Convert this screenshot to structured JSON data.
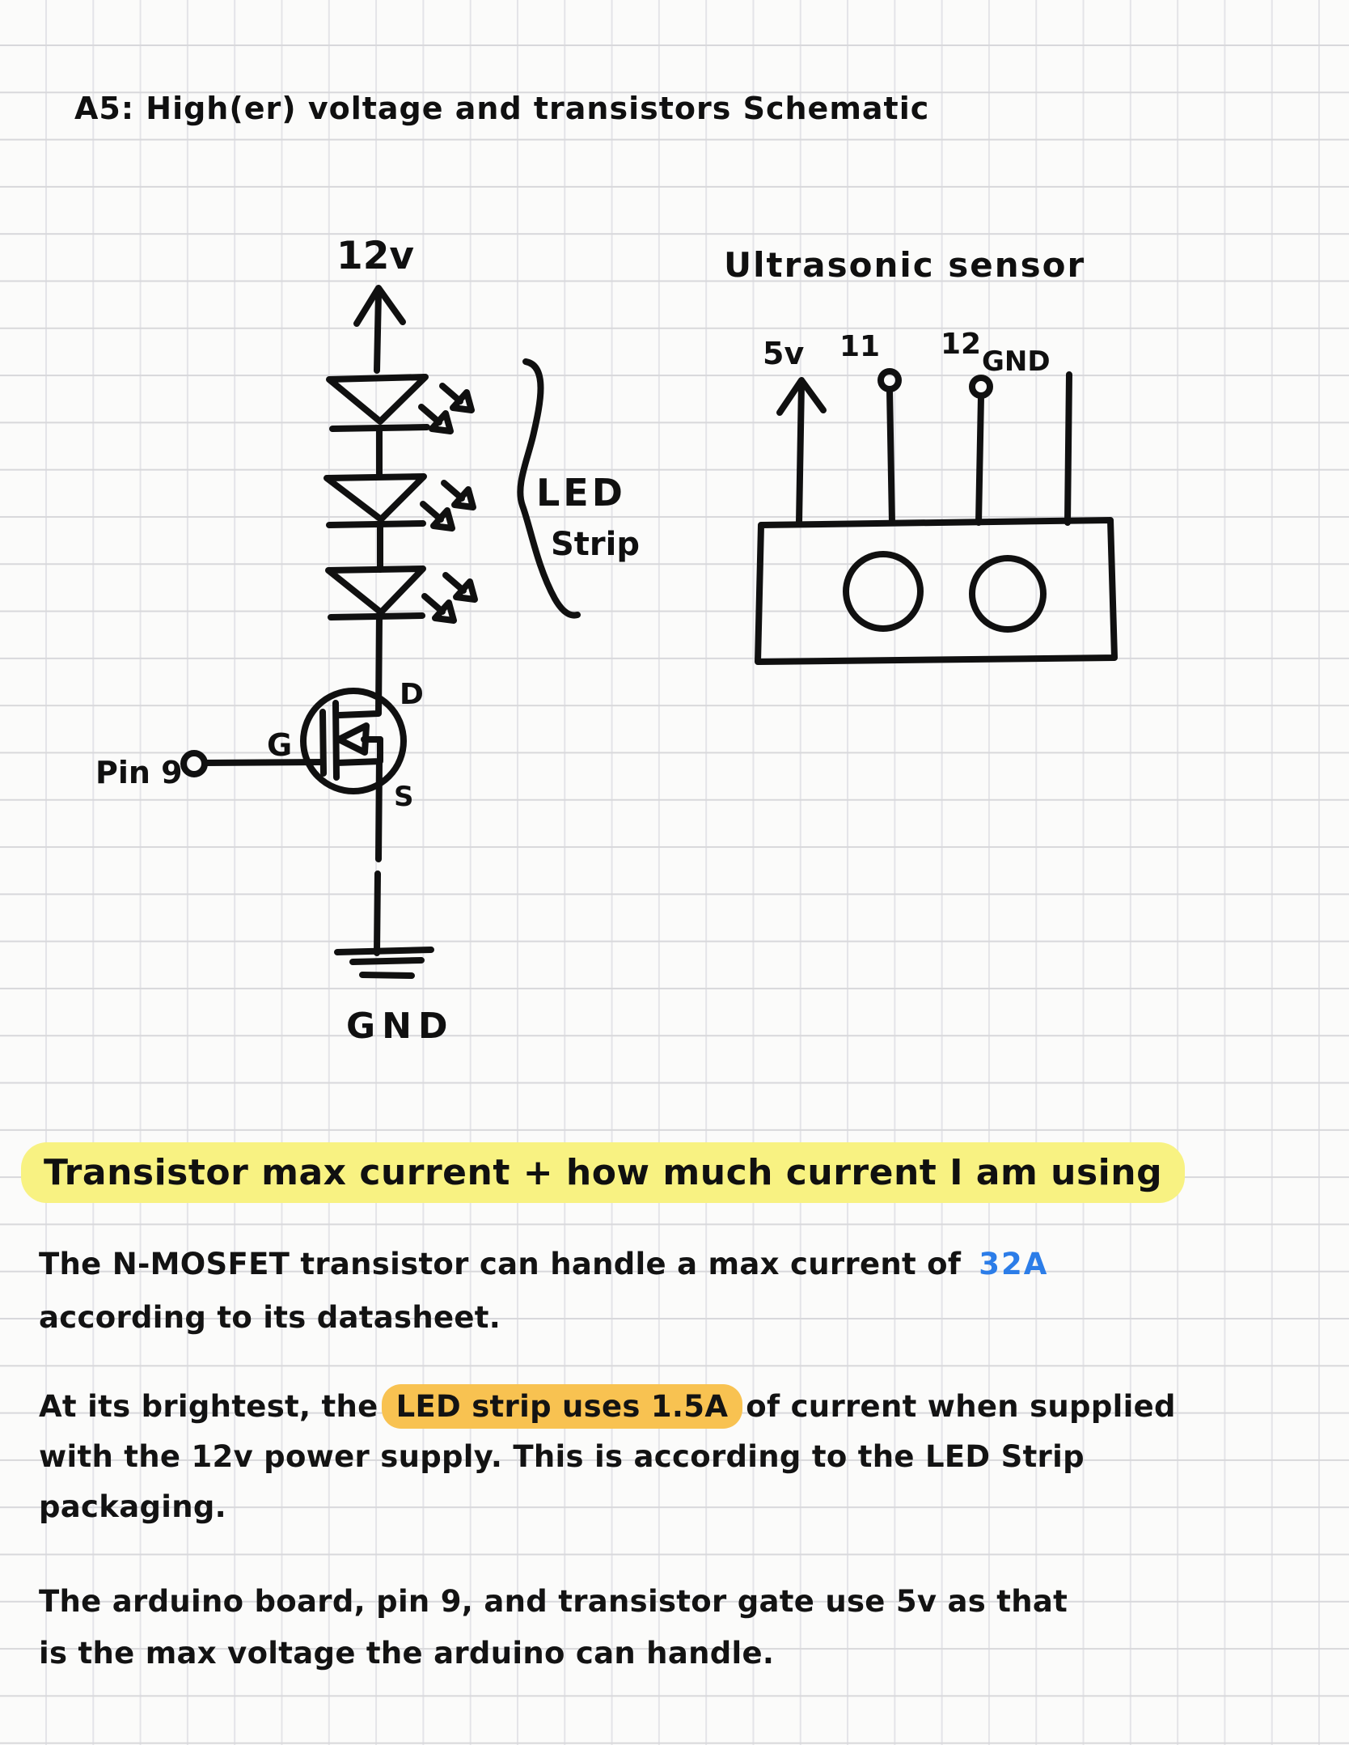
{
  "page": {
    "title": "A5: High(er) voltage and transistors Schematic"
  },
  "schematic": {
    "supply_label": "12v",
    "led_strip_label": {
      "line1": "LED",
      "line2": "Strip"
    },
    "led_count": 3,
    "pin9_label": "Pin 9",
    "gate_label": "G",
    "drain_label": "D",
    "source_label": "S",
    "ground_label": "GND"
  },
  "sensor": {
    "title": "Ultrasonic sensor",
    "pins": [
      {
        "label": "5v"
      },
      {
        "label": "11"
      },
      {
        "label": "12"
      },
      {
        "label": "GND"
      }
    ]
  },
  "notes": {
    "heading": "Transistor max current + how much current I am using",
    "para1": {
      "pre": "The N-MOSFET transistor can handle a max current of",
      "value": "32A",
      "line2": "according to its datasheet."
    },
    "para2": {
      "pre": "At its brightest, the",
      "highlight": "LED strip uses 1.5A",
      "post": "of current when supplied",
      "line2": "with the 12v power supply. This is according to the LED Strip",
      "line3": "packaging."
    },
    "para3": {
      "line1": "The arduino board, pin 9, and transistor gate use 5v as that",
      "line2": "is the max voltage the arduino can handle."
    }
  },
  "colors": {
    "ink": "#101010",
    "highlight_yellow": "#f8f282",
    "highlight_orange": "#f8c251",
    "accent_blue": "#2c7de8",
    "grid_line": "#e2e2e6"
  }
}
